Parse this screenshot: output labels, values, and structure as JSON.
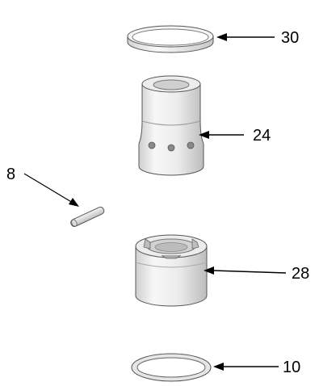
{
  "diagram": {
    "callouts": [
      {
        "id": "part-30",
        "label": "30"
      },
      {
        "id": "part-24",
        "label": "24"
      },
      {
        "id": "part-8",
        "label": "8"
      },
      {
        "id": "part-28",
        "label": "28"
      },
      {
        "id": "part-10",
        "label": "10"
      }
    ],
    "colors": {
      "line": "#000000",
      "part_light": "#f2f2f2",
      "part_mid": "#d9d9d9",
      "part_dark": "#b5b5b5",
      "outline": "#555555"
    }
  }
}
